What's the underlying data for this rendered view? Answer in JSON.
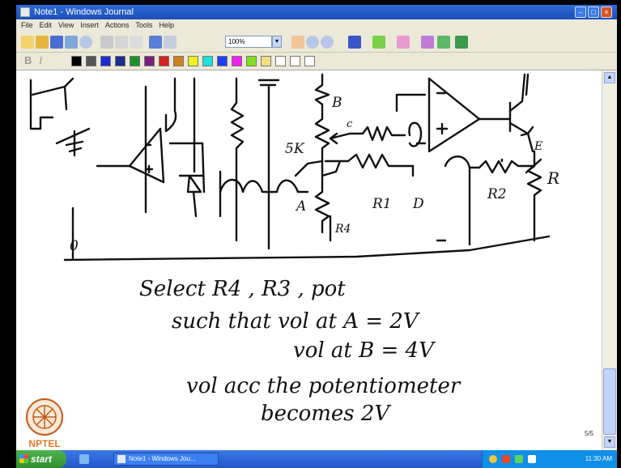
{
  "window": {
    "title": "Note1 - Windows Journal"
  },
  "menu": [
    "File",
    "Edit",
    "View",
    "Insert",
    "Actions",
    "Tools",
    "Help"
  ],
  "toolbar": {
    "zoom_value": "100%"
  },
  "palette": [
    "#000000",
    "#555555",
    "#1f2bd0",
    "#1a2f8a",
    "#1f8f2a",
    "#7a1f7a",
    "#d82020",
    "#d08020",
    "#f0f020",
    "#20e0e0",
    "#2040f0",
    "#f020f0",
    "#80e020",
    "#f0e080",
    "#ffffff",
    "#ffffff",
    "#ffffff"
  ],
  "canvas": {
    "circuit_labels": {
      "B": "B",
      "C": "c",
      "five_k": "5K",
      "A": "A",
      "R4": "R4",
      "R1": "R1",
      "D": "D",
      "R2": "R2",
      "E": "E",
      "R": "R",
      "ground": "0"
    },
    "notes": [
      "Select  R4 , R3 , pot",
      "such that vol at A = 2V",
      "vol at B = 4V",
      "vol  acc the potentiometer",
      "becomes 2V"
    ]
  },
  "page_indicator": "5/5",
  "taskbar": {
    "start_label": "start",
    "active_task": "Note1 - Windows Jou...",
    "clock": "11:30 AM"
  },
  "branding": {
    "logo_text": "NPTEL"
  }
}
